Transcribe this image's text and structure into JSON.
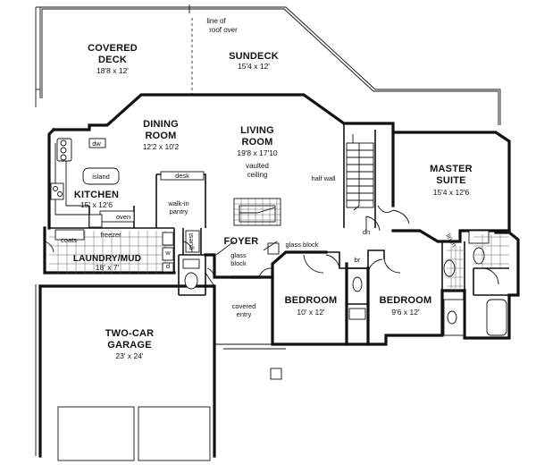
{
  "rooms": {
    "covered_deck": {
      "name_line1": "COVERED",
      "name_line2": "DECK",
      "dims": "18'8 x 12'"
    },
    "sundeck": {
      "name": "SUNDECK",
      "dims": "15'4 x 12'"
    },
    "dining": {
      "name_line1": "DINING",
      "name_line2": "ROOM",
      "dims": "12'2 x 10'2"
    },
    "living": {
      "name_line1": "LIVING",
      "name_line2": "ROOM",
      "dims": "19'8 x 17'10",
      "note_line1": "vaulted",
      "note_line2": "ceiling"
    },
    "kitchen": {
      "name": "KITCHEN",
      "dims": "15' x 12'6"
    },
    "master": {
      "name_line1": "MASTER",
      "name_line2": "SUITE",
      "dims": "15'4 x 12'6"
    },
    "laundry": {
      "name": "LAUNDRY/MUD",
      "dims": "18' x 7'"
    },
    "foyer": {
      "name": "FOYER"
    },
    "bedroom1": {
      "name": "BEDROOM",
      "dims": "10' x 12'"
    },
    "bedroom2": {
      "name": "BEDROOM",
      "dims": "9'6 x 12'"
    },
    "garage": {
      "name_line1": "TWO-CAR",
      "name_line2": "GARAGE",
      "dims": "23' x 24'"
    }
  },
  "labels": {
    "line_of_roof_line1": "line of",
    "line_of_roof_line2": "roof over",
    "island": "island",
    "desk": "desk",
    "walk_in_line1": "walk-in",
    "walk_in_line2": "pantry",
    "oven": "oven",
    "freezer": "freezer",
    "coats": "coats",
    "guest": "guest",
    "w": "w",
    "d": "d",
    "dw": "dw",
    "half_wall": "half wall",
    "dn_stairs": "dn",
    "glass_block_top": "glass block",
    "glass_block_left_line1": "glass",
    "glass_block_left_line2": "block",
    "covered_entry_line1": "covered",
    "covered_entry_line2": "entry",
    "br": "br",
    "linen": "linen"
  }
}
